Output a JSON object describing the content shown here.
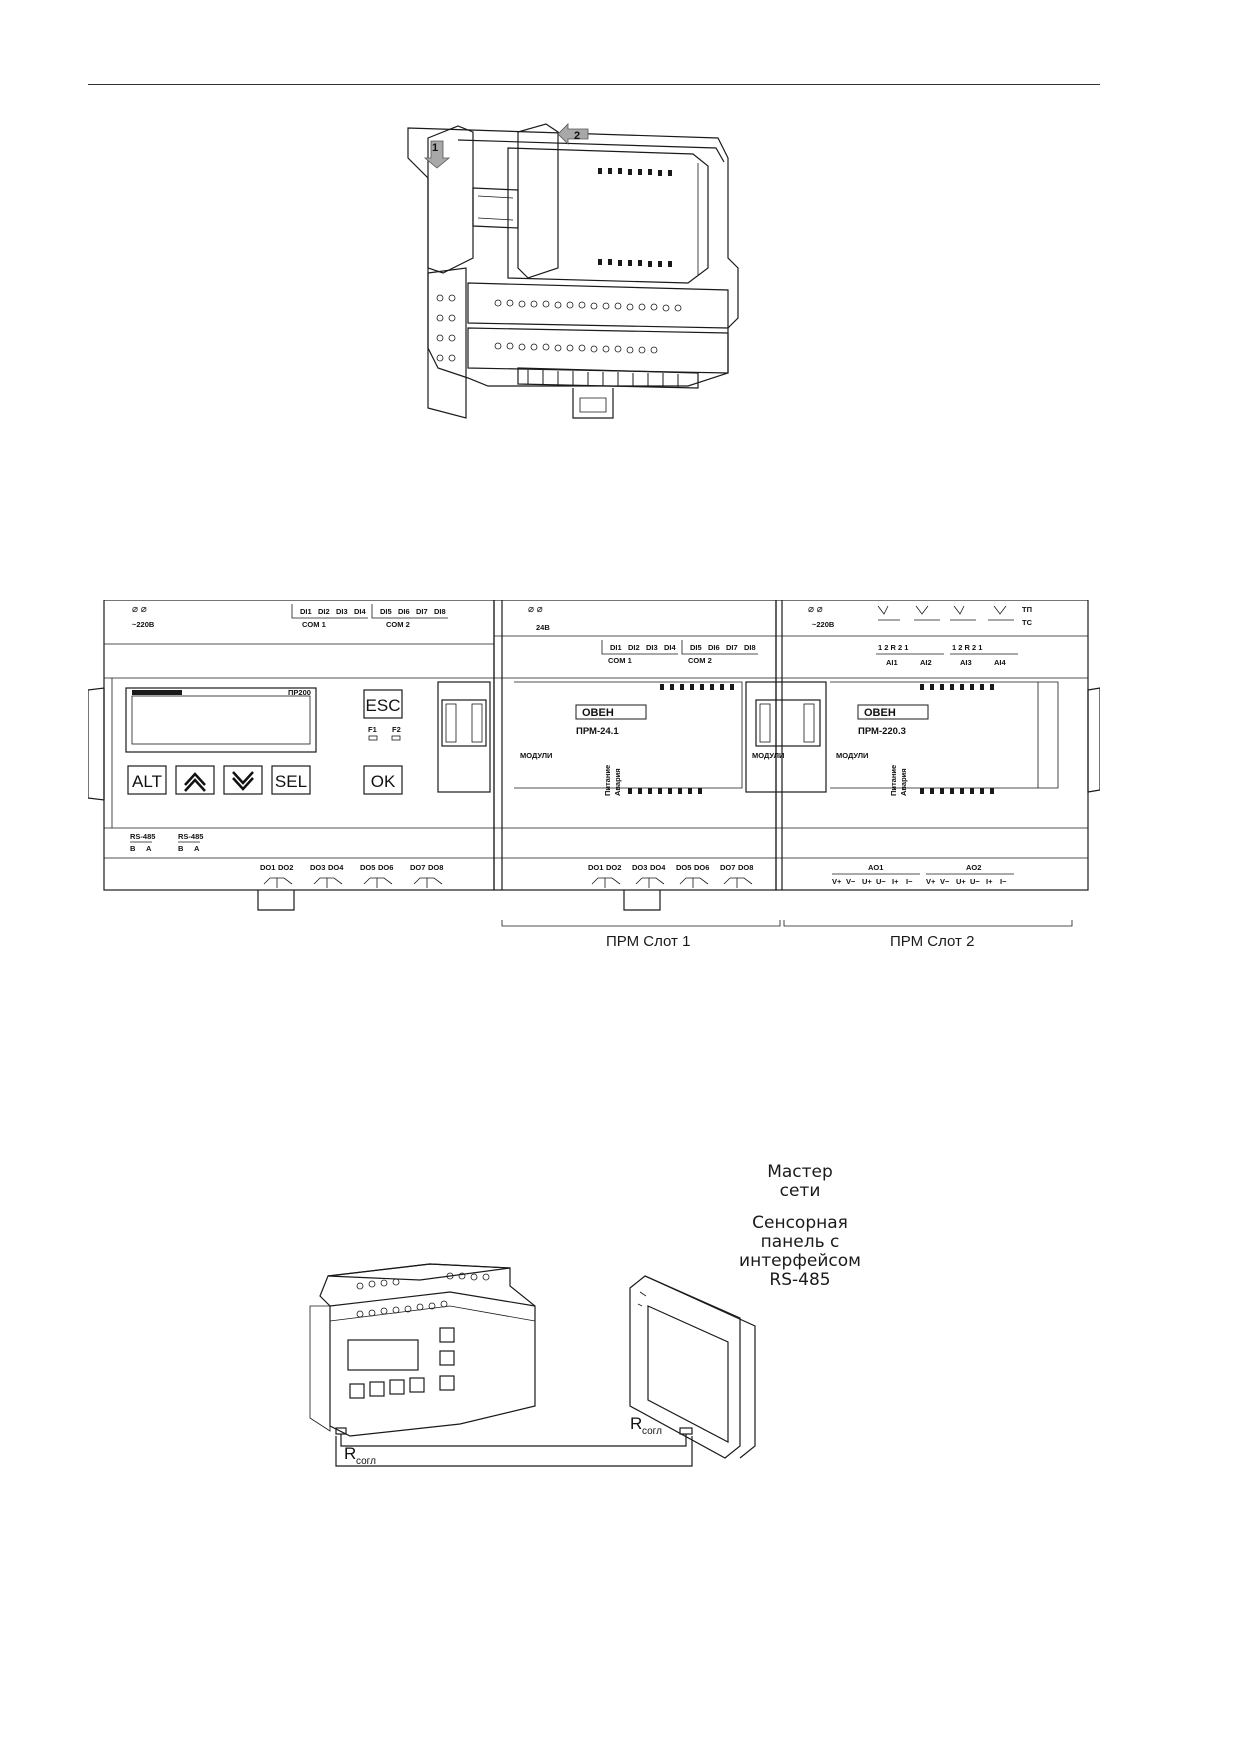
{
  "figure1": {
    "step1": "1",
    "step2": "2"
  },
  "figure2": {
    "base": {
      "power_label": "~220В",
      "com1": "COM 1",
      "com2": "COM 2",
      "di_inputs": [
        "DI1",
        "DI2",
        "DI3",
        "DI4",
        "DI5",
        "DI6",
        "DI7",
        "DI8"
      ],
      "model": "ПР200",
      "buttons": {
        "esc": "ESC",
        "alt": "ALT",
        "sel": "SEL",
        "ok": "OK"
      },
      "f1": "F1",
      "f2": "F2",
      "rs485_1": "RS-485",
      "rs485_2": "RS-485",
      "rs485_b": "B",
      "rs485_a": "A",
      "do_outputs": [
        "DO1",
        "DO2",
        "DO3",
        "DO4",
        "DO5",
        "DO6",
        "DO7",
        "DO8"
      ]
    },
    "module1": {
      "power_label": "24В",
      "com1": "COM 1",
      "com2": "COM 2",
      "di_inputs": [
        "DI1",
        "DI2",
        "DI3",
        "DI4",
        "DI5",
        "DI6",
        "DI7",
        "DI8"
      ],
      "model": "ПРМ-24.1",
      "brand": "ОВЕН",
      "connector_label": "МОДУЛИ",
      "leds": [
        "Питание",
        "Авария"
      ],
      "do_outputs": [
        "DO1",
        "DO2",
        "DO3",
        "DO4",
        "DO5",
        "DO6",
        "DO7",
        "DO8"
      ]
    },
    "module2": {
      "power_label": "~220В",
      "sensor_tp": "ТП",
      "sensor_tc": "ТС",
      "ai_inputs": [
        "AI1",
        "AI2",
        "AI3",
        "AI4"
      ],
      "model": "ПРМ-220.3",
      "brand": "ОВЕН",
      "connector_label": "МОДУЛИ",
      "leds": [
        "Питание",
        "Авария"
      ],
      "ao_outputs": [
        "AO1",
        "AO2"
      ],
      "ao_terms": [
        "V+",
        "V−",
        "U+",
        "U−",
        "I+",
        "I−"
      ]
    },
    "slot1_label": "ПРМ Слот 1",
    "slot2_label": "ПРМ Слот 2"
  },
  "figure3": {
    "master_line1": "Мастер",
    "master_line2": "сети",
    "panel_line1": "Сенсорная",
    "panel_line2": "панель с",
    "panel_line3": "интерфейсом",
    "panel_line4": "RS-485",
    "r_left": "R",
    "r_right": "R",
    "r_sub": "согл"
  }
}
